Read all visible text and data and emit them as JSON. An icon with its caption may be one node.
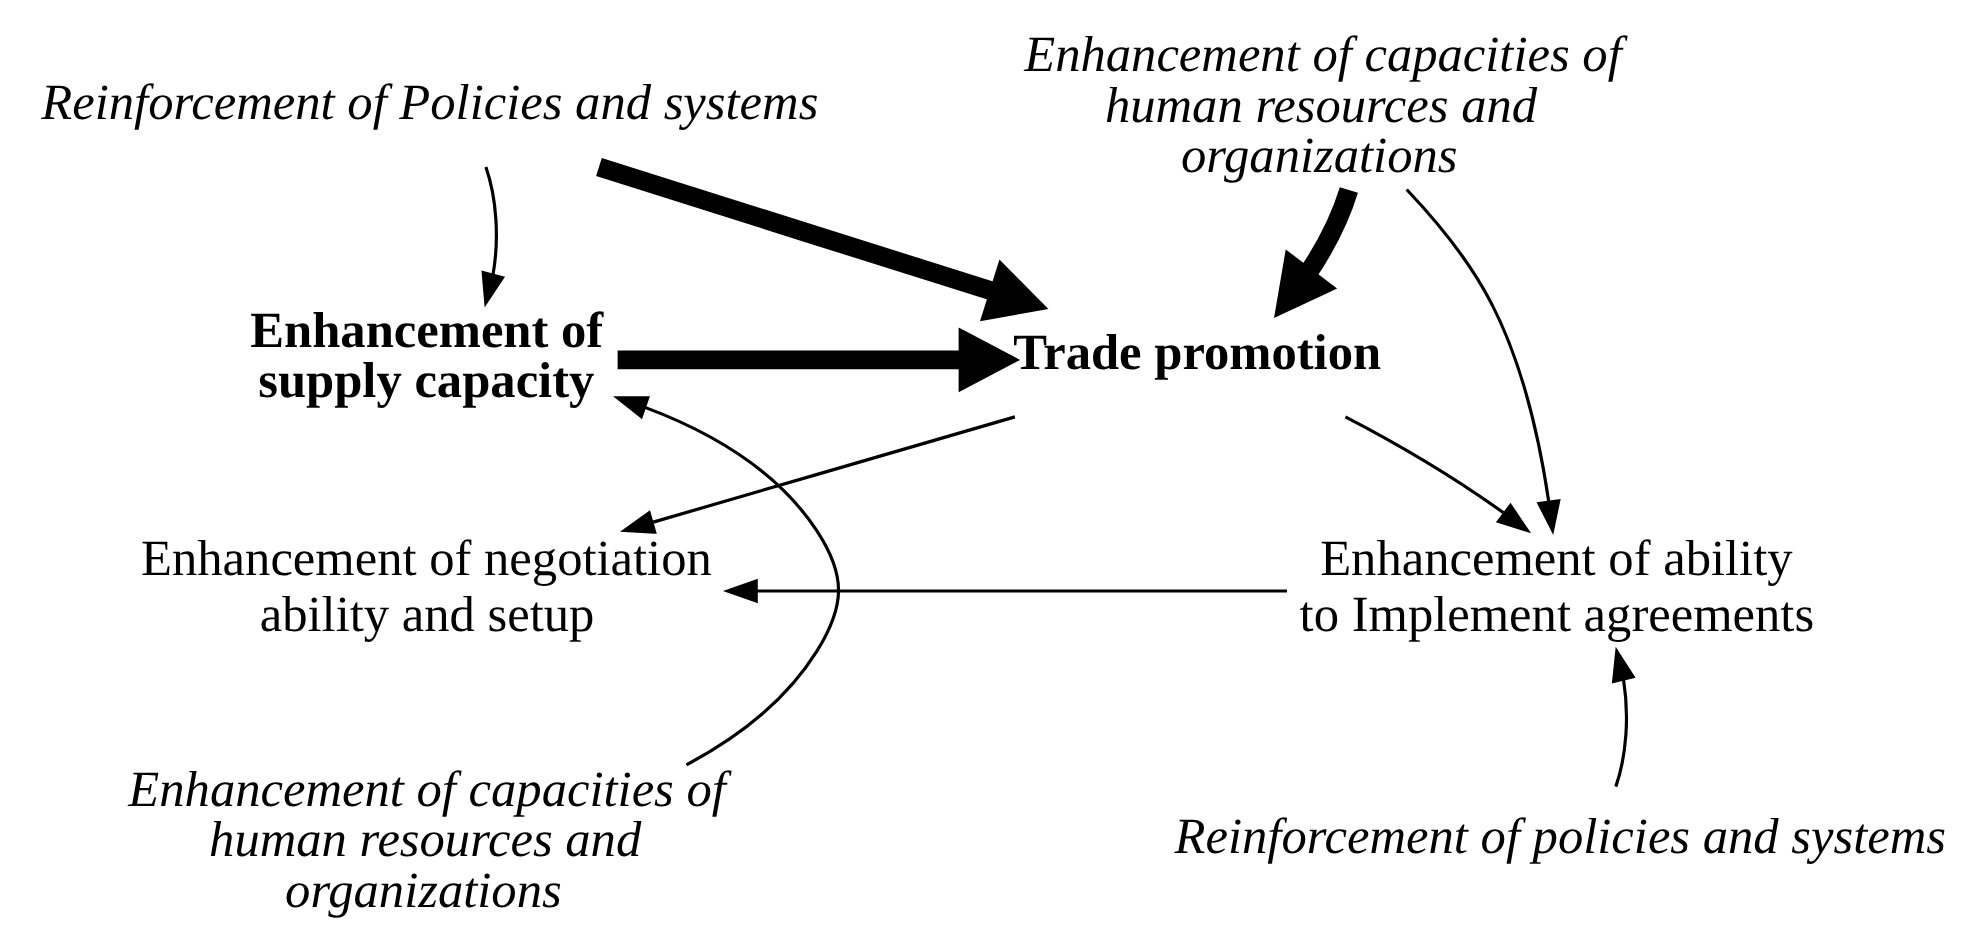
{
  "diagram": {
    "nodes": [
      {
        "text": [
          "Reinforcement of Policies and systems"
        ]
      },
      {
        "text": [
          "Enhancement of capacities of human resources and organizations"
        ]
      },
      {
        "text": [
          "Enhancement of supply capacity"
        ]
      },
      {
        "text": [
          "Trade promotion"
        ]
      },
      {
        "text": [
          "Enhancement of negotiation ability and setup"
        ]
      },
      {
        "text": [
          "Enhancement of ability to Implement agreements"
        ]
      },
      {
        "text": [
          "Enhancement of capacities of human resources and organizations"
        ]
      },
      {
        "text": [
          "Reinforcement of policies and systems"
        ]
      }
    ],
    "edges": [
      {
        "from": 0,
        "to": 2,
        "arrow": "to"
      },
      {
        "from": 0,
        "to": 3,
        "arrow": "to",
        "style": "thick"
      },
      {
        "from": 1,
        "to": 3,
        "arrow": "to",
        "style": "thick"
      },
      {
        "from": 1,
        "to": 5,
        "arrow": "to"
      },
      {
        "from": 2,
        "to": 3,
        "arrow": "to",
        "style": "thick"
      },
      {
        "from": 3,
        "to": 4,
        "arrow": "to"
      },
      {
        "from": 3,
        "to": 5,
        "arrow": "to"
      },
      {
        "from": 5,
        "to": 4,
        "arrow": "to"
      },
      {
        "from": 6,
        "to": 2,
        "arrow": "to"
      },
      {
        "from": 7,
        "to": 5,
        "arrow": "to"
      }
    ]
  }
}
